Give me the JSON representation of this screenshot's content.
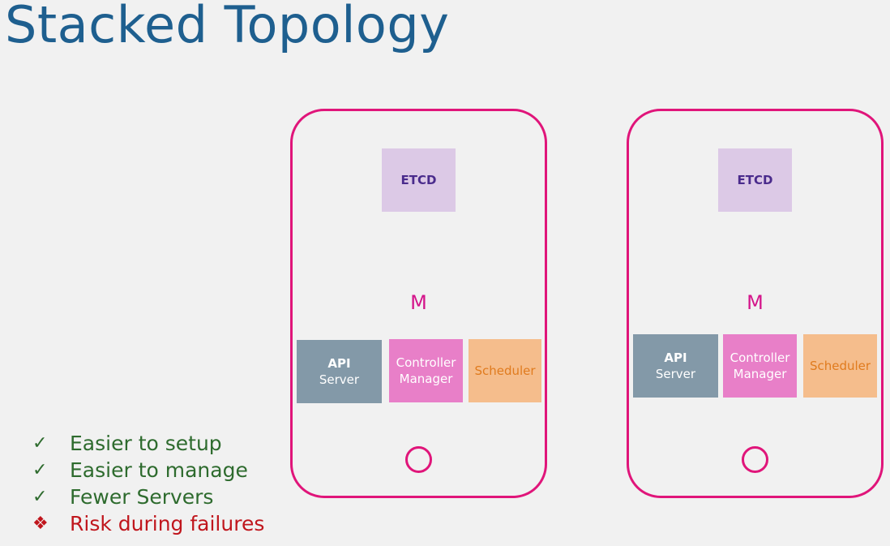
{
  "title": "Stacked Topology",
  "nodes": [
    {
      "etcd": "ETCD",
      "master": "M",
      "api_server": {
        "line1": "API",
        "line2": "Server"
      },
      "controller_manager": {
        "line1": "Controller",
        "line2": "Manager"
      },
      "scheduler": "Scheduler"
    },
    {
      "etcd": "ETCD",
      "master": "M",
      "api_server": {
        "line1": "API",
        "line2": "Server"
      },
      "controller_manager": {
        "line1": "Controller",
        "line2": "Manager"
      },
      "scheduler": "Scheduler"
    }
  ],
  "points": [
    {
      "mark": "✓",
      "text": "Easier to setup",
      "type": "pro"
    },
    {
      "mark": "✓",
      "text": "Easier to manage",
      "type": "pro"
    },
    {
      "mark": "✓",
      "text": "Fewer Servers",
      "type": "pro"
    },
    {
      "mark": "❖",
      "text": "Risk during failures",
      "type": "con"
    }
  ],
  "colors": {
    "title": "#1e5f8f",
    "node_border": "#e0157a",
    "etcd": "#dcc9e6",
    "api_server": "#8399a8",
    "controller_manager": "#e87fc8",
    "scheduler": "#f5bd8c",
    "pro": "#2e6b2e",
    "con": "#c0161d"
  },
  "icons": {
    "pro": "checkmark-icon",
    "con": "diamond-bullet-icon"
  }
}
